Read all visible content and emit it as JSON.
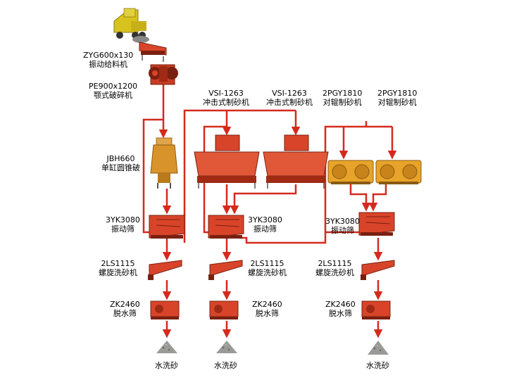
{
  "equipment": {
    "feeder": {
      "model": "ZYG600x130",
      "name": "振动给料机"
    },
    "jaw_crusher": {
      "model": "PE900x1200",
      "name": "颚式破碎机"
    },
    "cone_crusher": {
      "model": "JBH660",
      "name": "单缸圆锥破"
    },
    "vsi_1": {
      "model": "VSI-1263",
      "name": "冲击式制砂机"
    },
    "vsi_2": {
      "model": "VSI-1263",
      "name": "冲击式制砂机"
    },
    "roller_1": {
      "model": "2PGY1810",
      "name": "对辊制砂机"
    },
    "roller_2": {
      "model": "2PGY1810",
      "name": "对辊制砂机"
    },
    "screen_1": {
      "model": "3YK3080",
      "name": "振动筛"
    },
    "screen_2": {
      "model": "3YK3080",
      "name": "振动筛"
    },
    "screen_3": {
      "model": "3YK3080",
      "name": "振动筛"
    },
    "washer_1": {
      "model": "2LS1115",
      "name": "螺旋洗砂机"
    },
    "washer_2": {
      "model": "2LS1115",
      "name": "螺旋洗砂机"
    },
    "washer_3": {
      "model": "2LS1115",
      "name": "螺旋洗砂机"
    },
    "dewater_1": {
      "model": "ZK2460",
      "name": "脱水筛"
    },
    "dewater_2": {
      "model": "ZK2460",
      "name": "脱水筛"
    },
    "dewater_3": {
      "model": "ZK2460",
      "name": "脱水筛"
    }
  },
  "products": {
    "sand_1": "水洗砂",
    "sand_2": "水洗砂",
    "sand_3": "水洗砂"
  },
  "colors": {
    "flow_line": "#d42a1e",
    "machine_body": "#d8442a",
    "machine_dark": "#7a2010",
    "roller_body": "#e8a42a",
    "truck_body": "#d8c21e",
    "sand_pile": "#9a9a96"
  }
}
